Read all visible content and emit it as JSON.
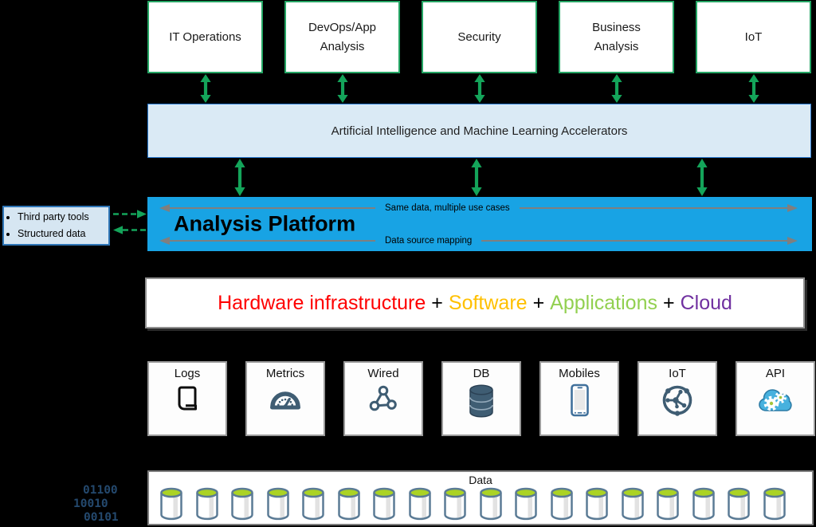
{
  "colors": {
    "background": "#000000",
    "accent_green": "#14a45a",
    "platform_blue": "#18a3e4",
    "ai_bar_fill": "#daeaf5",
    "ai_bar_border": "#2b7cd3",
    "side_panel_fill": "#d6e6f2",
    "side_panel_border": "#2e75b6",
    "box_border_gray": "#9a9a9a",
    "arrow_gray": "#7f7f7f",
    "icon_slate": "#3f5d73",
    "mobile_blue": "#41719c",
    "cloud_blue": "#47b1de",
    "cylinder_green": "#abd324",
    "cylinder_stroke": "#5b7b95",
    "binary_blue": "#24496e"
  },
  "top_row": {
    "boxes": [
      {
        "label": "IT Operations"
      },
      {
        "label": "DevOps/App Analysis"
      },
      {
        "label": "Security"
      },
      {
        "label": "Business Analysis"
      },
      {
        "label": "IoT"
      }
    ]
  },
  "ai_bar": {
    "label": "Artificial Intelligence and Machine Learning Accelerators"
  },
  "side_panel": {
    "items": [
      "Third party tools",
      "Structured data"
    ]
  },
  "analysis_platform": {
    "title": "Analysis Platform",
    "top_arrow_label": "Same data, multiple use cases",
    "bottom_arrow_label": "Data source mapping"
  },
  "stack_line": {
    "separator": "+",
    "parts": [
      {
        "text": "Hardware infrastructure",
        "color": "#ff0000"
      },
      {
        "text": "Software",
        "color": "#ffc000"
      },
      {
        "text": "Applications",
        "color": "#92d050"
      },
      {
        "text": "Cloud",
        "color": "#7030a0"
      }
    ]
  },
  "sources": {
    "boxes": [
      {
        "label": "Logs",
        "icon": "document-scroll-icon"
      },
      {
        "label": "Metrics",
        "icon": "gauge-icon"
      },
      {
        "label": "Wired",
        "icon": "network-nodes-icon"
      },
      {
        "label": "DB",
        "icon": "database-icon"
      },
      {
        "label": "Mobiles",
        "icon": "smartphone-icon"
      },
      {
        "label": "IoT",
        "icon": "iot-hub-icon"
      },
      {
        "label": "API",
        "icon": "cloud-gears-icon"
      }
    ]
  },
  "data_box": {
    "label": "Data",
    "cylinder_count": 18
  },
  "binary_text": {
    "lines": [
      "01100",
      "10010",
      "00101"
    ]
  }
}
